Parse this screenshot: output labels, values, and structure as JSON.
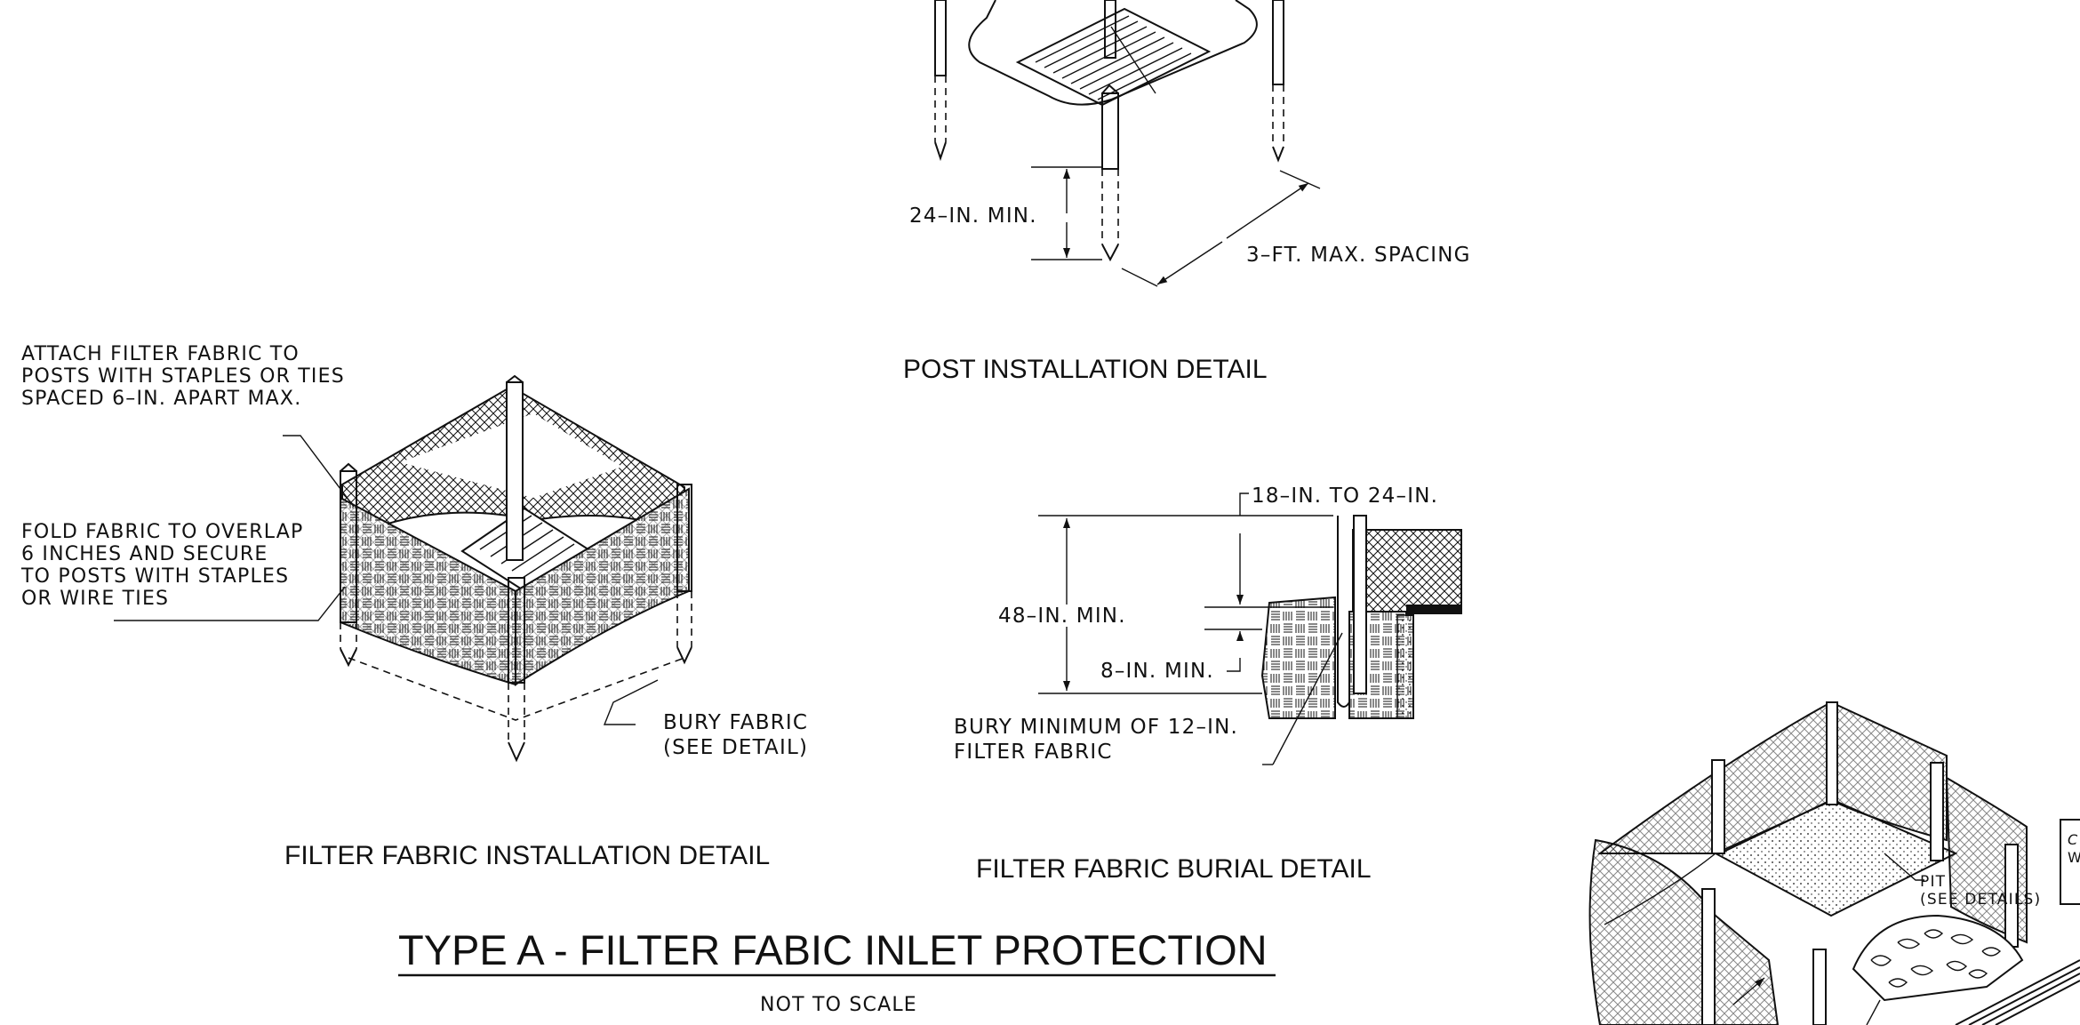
{
  "drawing_title": "TYPE A - FILTER FABIC INLET PROTECTION",
  "scale_note": "NOT TO SCALE",
  "post_detail": {
    "title": "POST INSTALLATION DETAIL",
    "depth_label": "24–IN. MIN.",
    "spacing_label": "3–FT. MAX. SPACING"
  },
  "fabric_detail": {
    "title": "FILTER FABRIC INSTALLATION DETAIL",
    "note_attach": [
      "ATTACH FILTER FABRIC TO",
      "POSTS WITH STAPLES OR TIES",
      "SPACED 6–IN. APART MAX."
    ],
    "note_fold": [
      "FOLD FABRIC TO OVERLAP",
      "6 INCHES AND SECURE",
      "TO POSTS WITH STAPLES",
      "OR WIRE TIES"
    ],
    "note_bury": [
      "BURY FABRIC",
      "(SEE DETAIL)"
    ]
  },
  "burial_detail": {
    "title": "FILTER FABRIC BURIAL DETAIL",
    "height_range": "18–IN. TO 24–IN.",
    "total_label": "48–IN. MIN.",
    "embed_label": "8–IN. MIN.",
    "note_bury": [
      "BURY MINIMUM OF 12–IN.",
      "FILTER FABRIC"
    ]
  },
  "perspective_detail": {
    "pit_label": [
      "PIT",
      "(SEE DETAILS)"
    ],
    "cut_label_1": "C",
    "cut_label_2": "W"
  },
  "colors": {
    "ink": "#111111",
    "paper": "#ffffff"
  }
}
